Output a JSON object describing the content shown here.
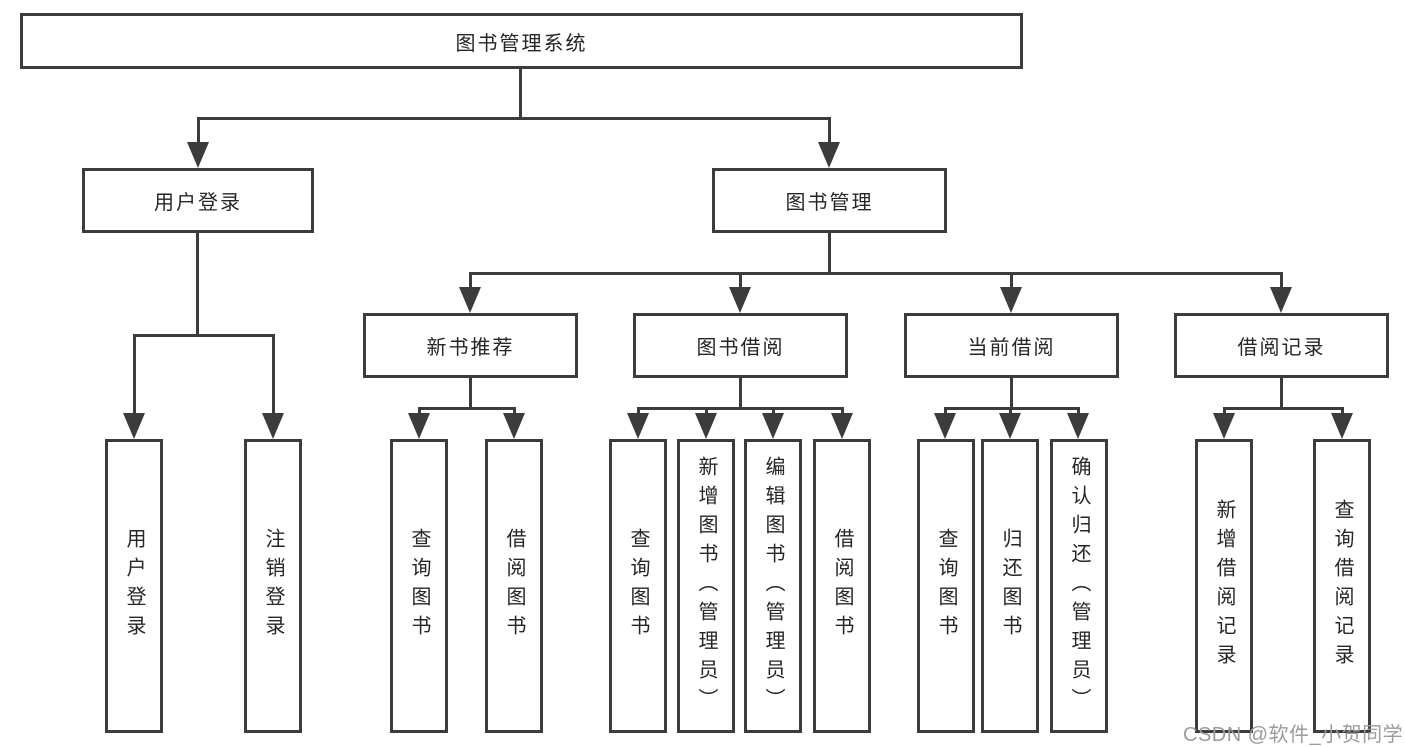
{
  "diagram": {
    "title": "图书管理系统",
    "type": "hierarchy-tree",
    "colors": {
      "line": "#3c3c3c",
      "text": "#262626",
      "background": "#ffffff",
      "watermark": "#9b9b9b"
    },
    "watermark": "CSDN @软件_小贺同学"
  },
  "nodes": {
    "root": "图书管理系统",
    "level2": [
      "用户登录",
      "图书管理"
    ],
    "level3": [
      "新书推荐",
      "图书借阅",
      "当前借阅",
      "借阅记录"
    ],
    "leaves_login": [
      "用户登录",
      "注销登录"
    ],
    "leaves_newbook": [
      "查询图书",
      "借阅图书"
    ],
    "leaves_borrow": [
      "查询图书",
      "新增图书（管理员）",
      "编辑图书（管理员）",
      "借阅图书"
    ],
    "leaves_current": [
      "查询图书",
      "归还图书",
      "确认归还（管理员）"
    ],
    "leaves_record": [
      "新增借阅记录",
      "查询借阅记录"
    ]
  }
}
